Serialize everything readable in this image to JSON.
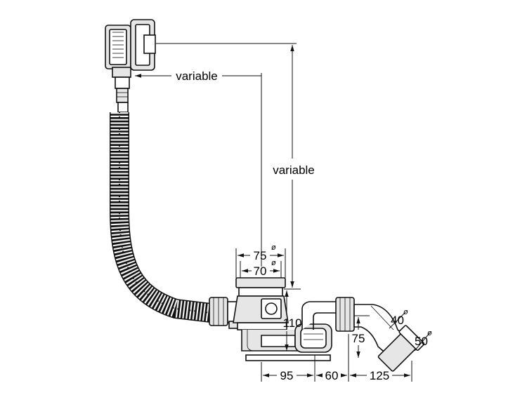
{
  "dimensions": {
    "top_horizontal": "variable",
    "vertical_height": "variable",
    "outer_diameter": "75",
    "inner_diameter": "70",
    "drain_height": "110",
    "outlet_height": "75",
    "outlet_size_1": "40",
    "outlet_size_2": "50",
    "bottom_1": "95",
    "bottom_2": "60",
    "bottom_3": "125",
    "diameter_symbol": "ø"
  }
}
